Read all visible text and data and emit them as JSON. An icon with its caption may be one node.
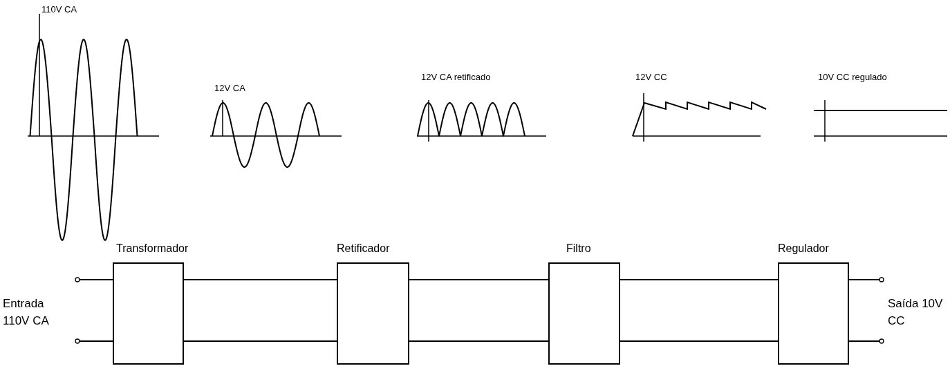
{
  "diagram": {
    "nodes": [
      {
        "text": [],
        "shape": "circle"
      },
      {
        "text": [],
        "shape": "circle"
      },
      {
        "text": [
          "Transformador"
        ]
      },
      {
        "text": [
          "Retificador"
        ]
      },
      {
        "text": [
          "Filtro"
        ]
      },
      {
        "text": [
          "Regulador"
        ]
      },
      {
        "text": [],
        "shape": "circle"
      },
      {
        "text": [],
        "shape": "circle"
      }
    ],
    "edges": [
      {
        "from": 0,
        "to": 2,
        "arrow": "none"
      },
      {
        "from": 1,
        "to": 2,
        "arrow": "none"
      },
      {
        "from": 2,
        "to": 3,
        "arrow": "none"
      },
      {
        "from": 2,
        "to": 3,
        "arrow": "none"
      },
      {
        "from": 3,
        "to": 4,
        "arrow": "none"
      },
      {
        "from": 3,
        "to": 4,
        "arrow": "none"
      },
      {
        "from": 4,
        "to": 5,
        "arrow": "none"
      },
      {
        "from": 4,
        "to": 5,
        "arrow": "none"
      },
      {
        "from": 5,
        "to": 6,
        "arrow": "none"
      },
      {
        "from": 5,
        "to": 7,
        "arrow": "none"
      }
    ],
    "labels": [
      "110V CA",
      "12V CA",
      "12V CA retificado",
      "12V CC",
      "10V CC regulado",
      "Entrada 110V CA",
      "Saída 10V CC"
    ]
  }
}
